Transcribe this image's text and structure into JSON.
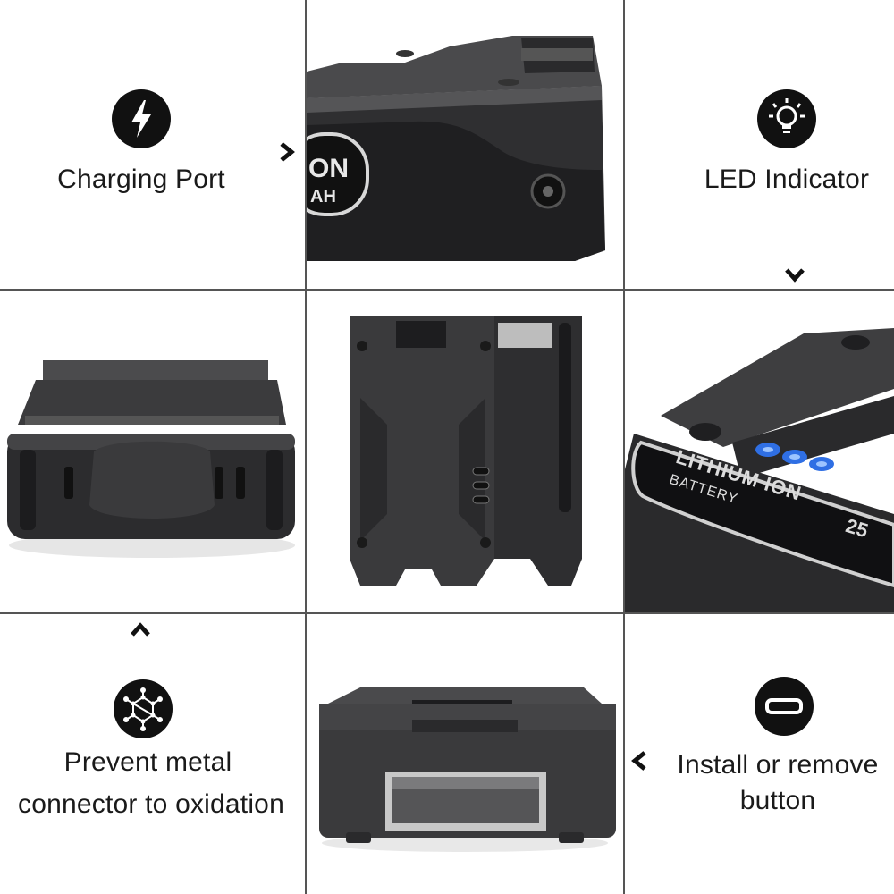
{
  "features": {
    "charging_port": {
      "label": "Charging Port",
      "icon": "lightning-bolt-icon"
    },
    "led_indicator": {
      "label": "LED Indicator",
      "icon": "light-bulb-icon"
    },
    "oxidation": {
      "label_line1": "Prevent metal",
      "label_line2": "connector to oxidation",
      "icon": "molecule-icon"
    },
    "install_button": {
      "label_line1": "Install or remove",
      "label_line2": "button",
      "icon": "minus-button-icon"
    }
  },
  "photos": {
    "top_center": {
      "badge_line1": "ON",
      "badge_line2": "AH"
    },
    "middle_right": {
      "line1": "LITHIUM ION",
      "line2": "BATTERY",
      "capacity": "25"
    }
  },
  "colors": {
    "background": "#ffffff",
    "icon_fill": "#111111",
    "battery_body": "#3a3a3c",
    "battery_dark": "#1c1c1e",
    "led_blue": "#2f6fe4",
    "grid_line": "#555555"
  }
}
